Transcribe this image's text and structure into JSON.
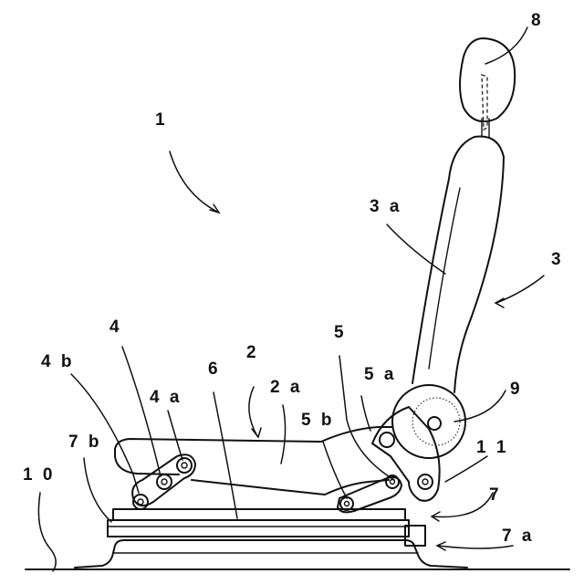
{
  "labels": {
    "seat": "1",
    "cushion": "2",
    "cushion_body": "2 a",
    "backrest": "3",
    "backrest_body": "3 a",
    "front_link": "4",
    "front_link_pivot": "4 a",
    "front_link_base": "4 b",
    "rear_link": "5",
    "rear_link_pivot": "5 a",
    "rear_link_base": "5 b",
    "lift_mechanism": "6",
    "slide_rail": "7",
    "rail_base": "7 a",
    "rail_front": "7 b",
    "headrest": "8",
    "recliner": "9",
    "floor": "1 0",
    "bracket": "1 1"
  }
}
